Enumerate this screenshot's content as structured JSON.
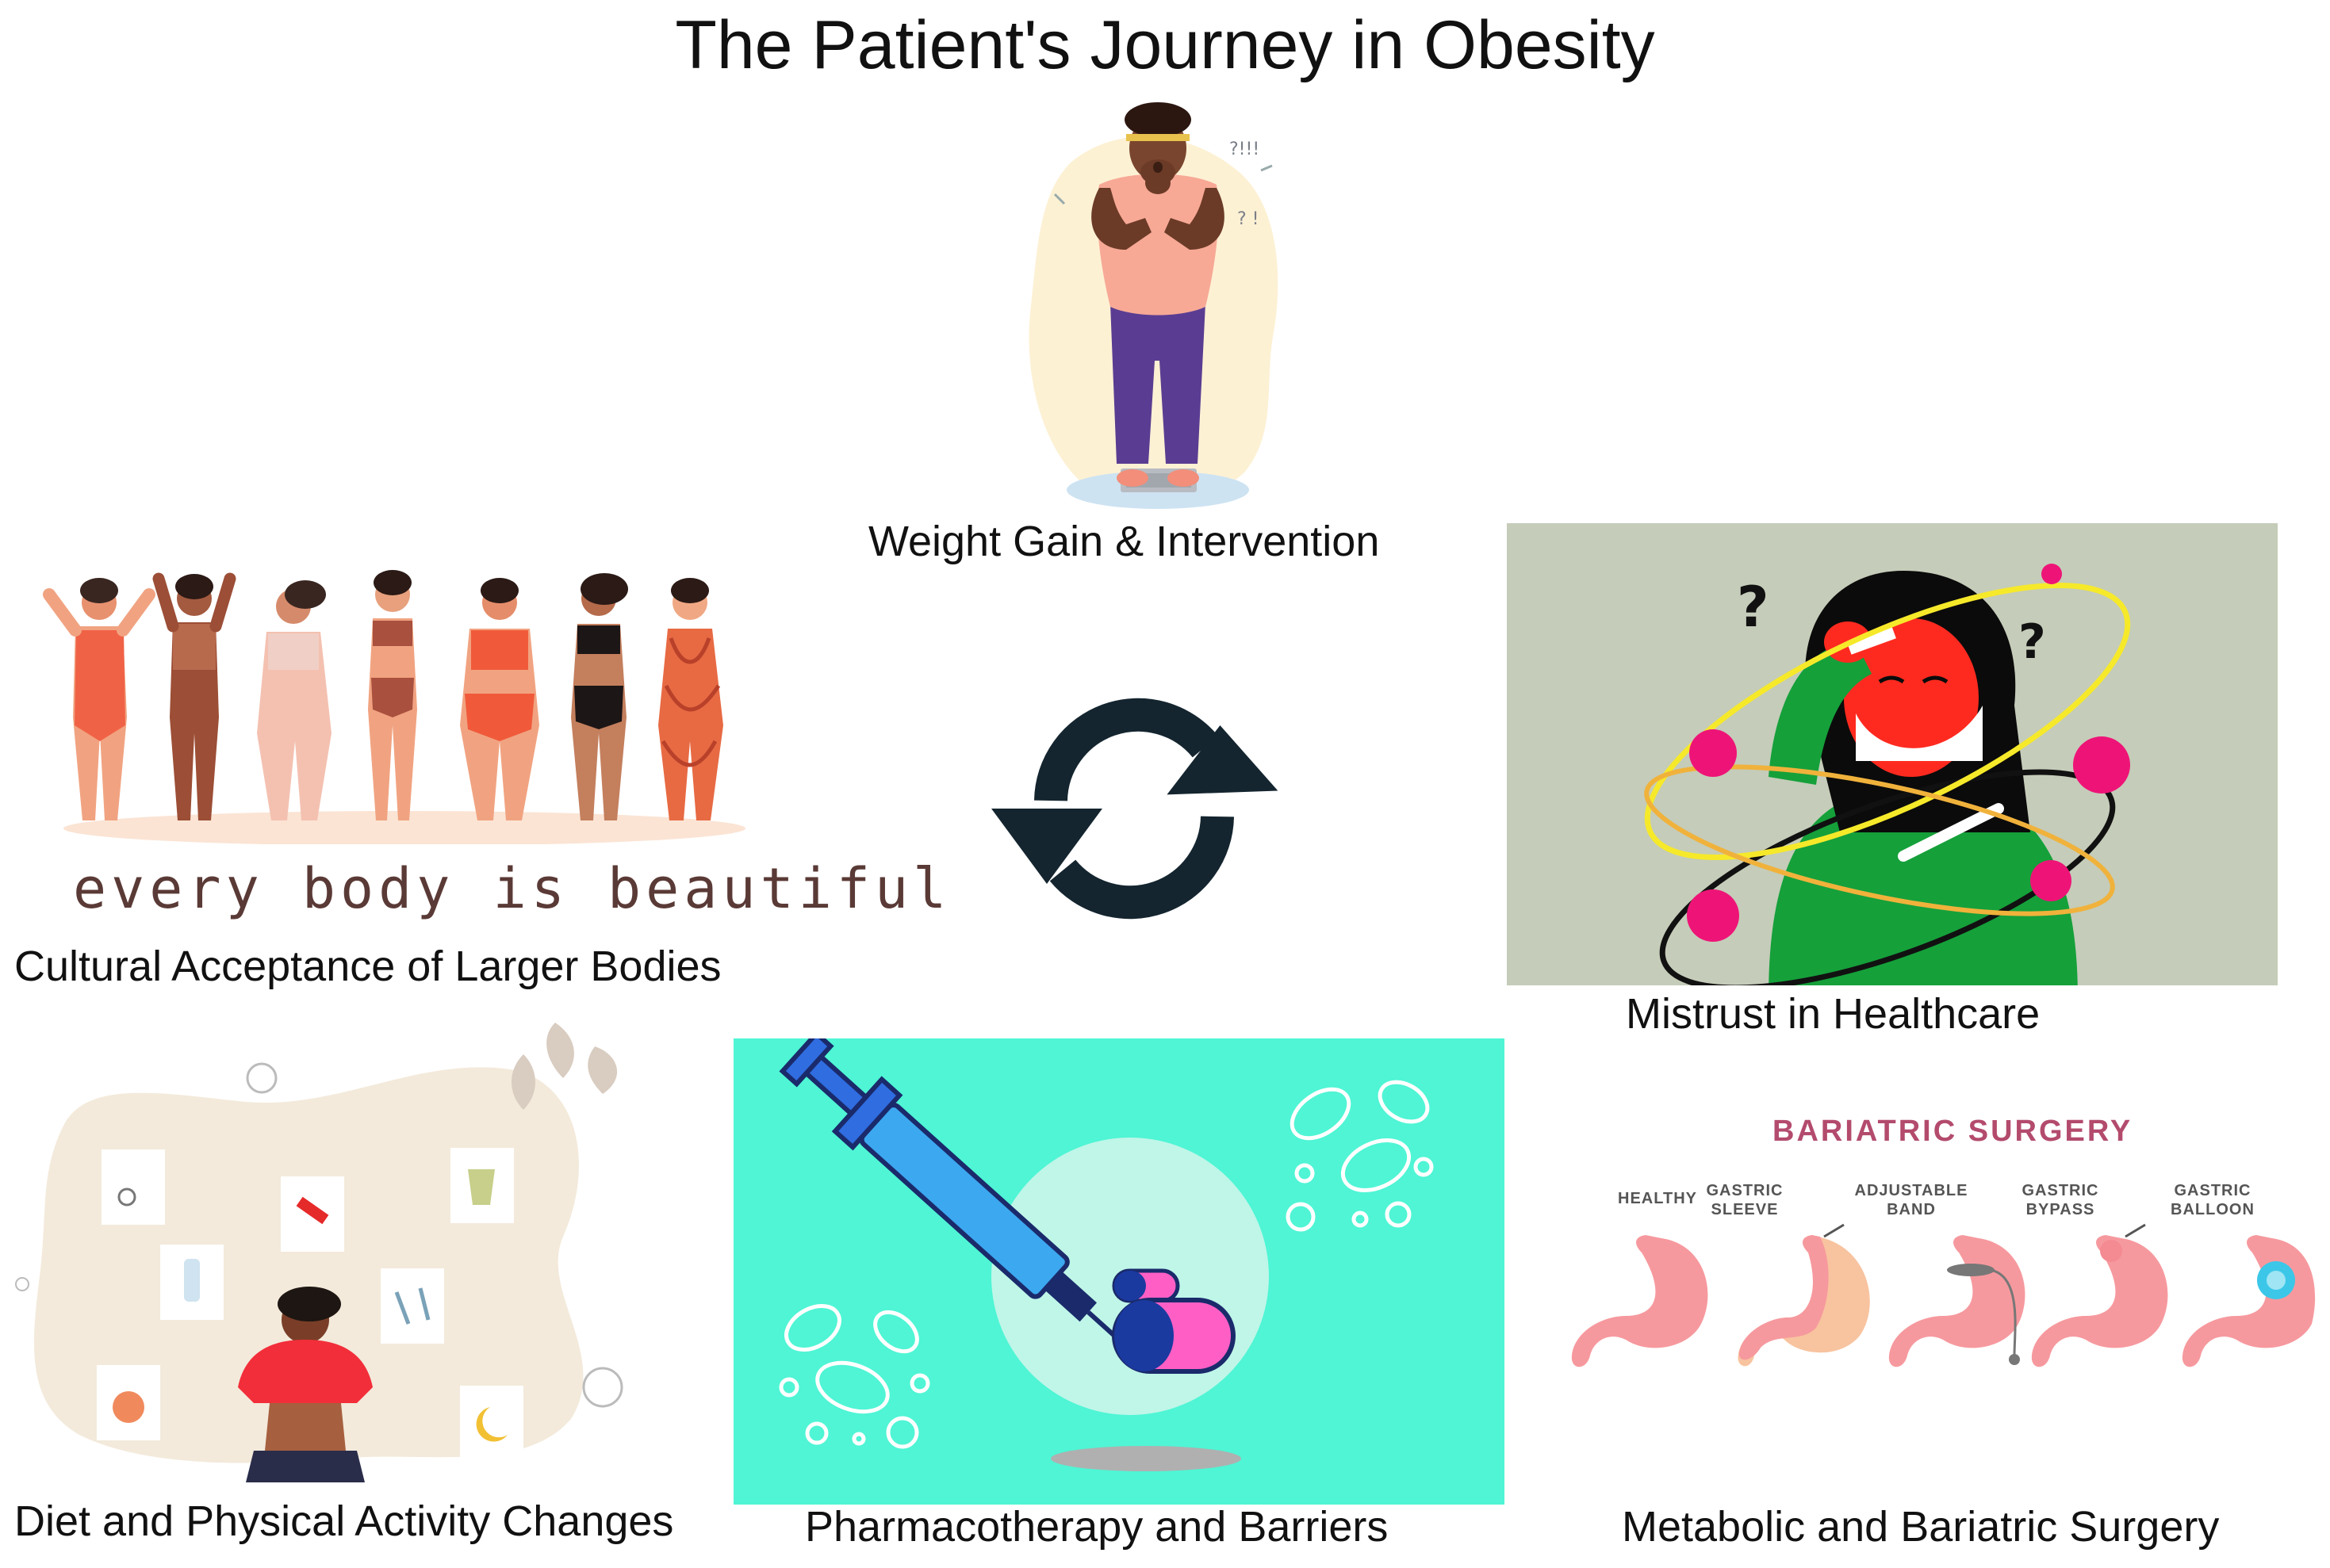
{
  "title": "The Patient's Journey in Obesity",
  "stages": {
    "weight_gain": "Weight Gain & Intervention",
    "cultural": "Cultural Acceptance of Larger Bodies",
    "mistrust": "Mistrust in Healthcare",
    "diet": "Diet and Physical Activity Changes",
    "pharma": "Pharmacotherapy and Barriers",
    "surgery": "Metabolic and Bariatric Surgery"
  },
  "art_text": {
    "every_body": "every body is beautiful",
    "exclaim": "?!!!",
    "exclaim2": "? !",
    "q1": "?",
    "q2": "?"
  },
  "bariatric": {
    "title": "BARIATRIC SURGERY",
    "labels": [
      [
        "HEALTHY"
      ],
      [
        "GASTRIC",
        "SLEEVE"
      ],
      [
        "ADJUSTABLE",
        "BAND"
      ],
      [
        "GASTRIC",
        "BYPASS"
      ],
      [
        "GASTRIC",
        "BALLOON"
      ]
    ]
  },
  "icons": {
    "cycle": "refresh-cycle-icon",
    "diet_cards": [
      "exercise-bike-icon",
      "dumbbell-icon",
      "smoothie-icon",
      "water-bottle-icon",
      "hand-grip-icon",
      "apple-icon",
      "sleep-moon-icon"
    ]
  },
  "colors": {
    "cycle_arrow": "#14252f",
    "mistrust_bg": "#c5ccb9",
    "pharma_bg": "#4ff5d5",
    "virus": "#ee1477",
    "bariatric_title": "#b34b6d"
  }
}
